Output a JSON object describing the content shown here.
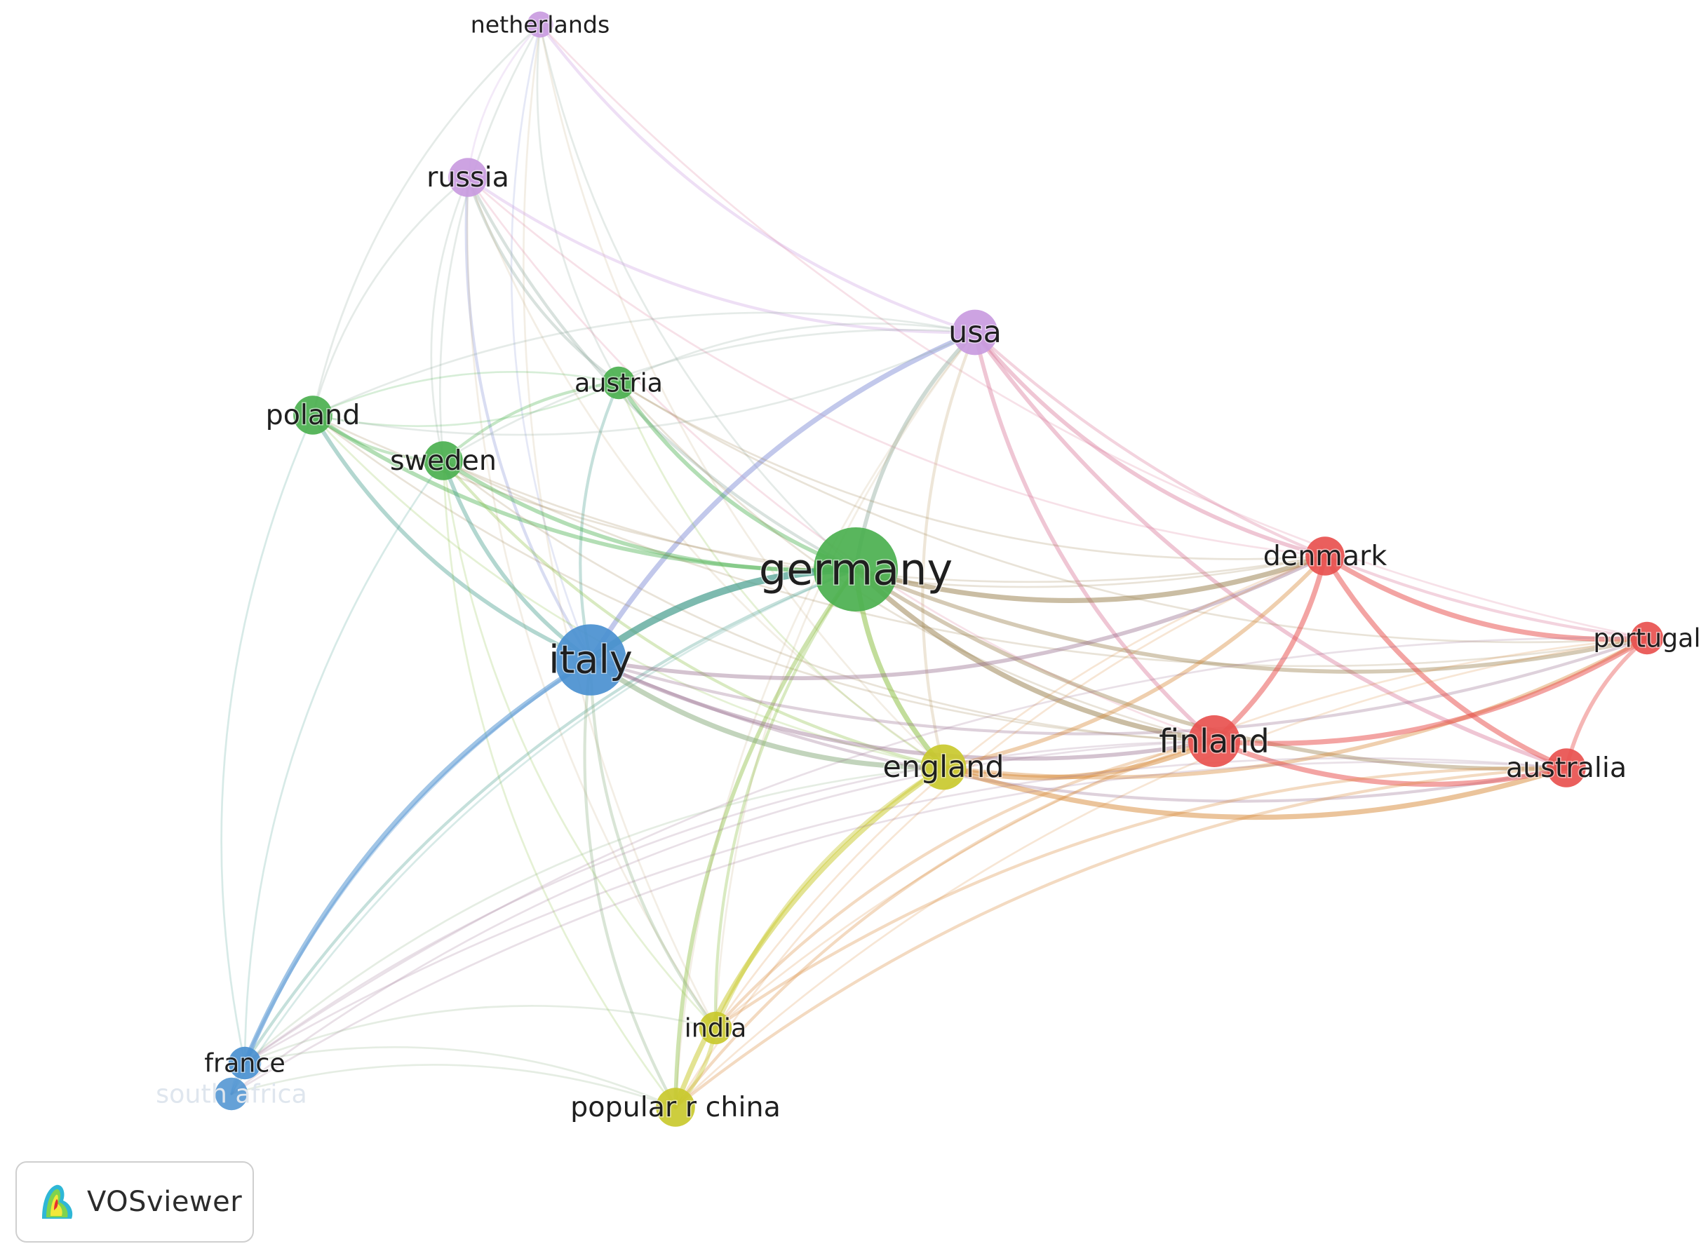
{
  "diagram": {
    "type": "co-authorship-network",
    "clusters": {
      "red": "#e8514f",
      "green": "#4bb04f",
      "blue": "#4a90d0",
      "yellow": "#c9c92e",
      "purple": "#c99be0"
    },
    "nodes": [
      {
        "id": "netherlands",
        "label": "netherlands",
        "cluster": "purple",
        "weight": 1
      },
      {
        "id": "russia",
        "label": "russia",
        "cluster": "purple",
        "weight": 3
      },
      {
        "id": "usa",
        "label": "usa",
        "cluster": "purple",
        "weight": 4
      },
      {
        "id": "austria",
        "label": "austria",
        "cluster": "green",
        "weight": 2
      },
      {
        "id": "poland",
        "label": "poland",
        "cluster": "green",
        "weight": 3
      },
      {
        "id": "sweden",
        "label": "sweden",
        "cluster": "green",
        "weight": 3
      },
      {
        "id": "germany",
        "label": "germany",
        "cluster": "green",
        "weight": 10
      },
      {
        "id": "italy",
        "label": "italy",
        "cluster": "blue",
        "weight": 8
      },
      {
        "id": "france",
        "label": "france",
        "cluster": "blue",
        "weight": 2
      },
      {
        "id": "south-africa",
        "label": "south africa",
        "cluster": "blue",
        "weight": 2,
        "faded": true
      },
      {
        "id": "england",
        "label": "england",
        "cluster": "yellow",
        "weight": 4
      },
      {
        "id": "india",
        "label": "india",
        "cluster": "yellow",
        "weight": 2
      },
      {
        "id": "china",
        "label": "popular r china",
        "cluster": "yellow",
        "weight": 3
      },
      {
        "id": "denmark",
        "label": "denmark",
        "cluster": "red",
        "weight": 3
      },
      {
        "id": "portugal",
        "label": "portugal",
        "cluster": "red",
        "weight": 2
      },
      {
        "id": "finland",
        "label": "finland",
        "cluster": "red",
        "weight": 5
      },
      {
        "id": "australia",
        "label": "australia",
        "cluster": "red",
        "weight": 3
      }
    ],
    "edges": [
      [
        "netherlands",
        "russia",
        1
      ],
      [
        "netherlands",
        "usa",
        2
      ],
      [
        "netherlands",
        "italy",
        1
      ],
      [
        "netherlands",
        "germany",
        1
      ],
      [
        "netherlands",
        "austria",
        1
      ],
      [
        "netherlands",
        "sweden",
        1
      ],
      [
        "netherlands",
        "england",
        1
      ],
      [
        "netherlands",
        "india",
        1
      ],
      [
        "netherlands",
        "portugal",
        1
      ],
      [
        "netherlands",
        "poland",
        1
      ],
      [
        "russia",
        "usa",
        2
      ],
      [
        "russia",
        "italy",
        2
      ],
      [
        "russia",
        "germany",
        2
      ],
      [
        "russia",
        "austria",
        2
      ],
      [
        "russia",
        "sweden",
        1
      ],
      [
        "russia",
        "poland",
        1
      ],
      [
        "russia",
        "england",
        1
      ],
      [
        "russia",
        "finland",
        1
      ],
      [
        "russia",
        "india",
        1
      ],
      [
        "russia",
        "denmark",
        1
      ],
      [
        "usa",
        "germany",
        3
      ],
      [
        "usa",
        "italy",
        4
      ],
      [
        "usa",
        "england",
        2
      ],
      [
        "usa",
        "finland",
        3
      ],
      [
        "usa",
        "denmark",
        3
      ],
      [
        "usa",
        "australia",
        3
      ],
      [
        "usa",
        "portugal",
        2
      ],
      [
        "usa",
        "austria",
        1
      ],
      [
        "usa",
        "poland",
        1
      ],
      [
        "usa",
        "sweden",
        1
      ],
      [
        "usa",
        "china",
        1
      ],
      [
        "usa",
        "india",
        1
      ],
      [
        "austria",
        "germany",
        3
      ],
      [
        "austria",
        "italy",
        2
      ],
      [
        "austria",
        "poland",
        1
      ],
      [
        "austria",
        "sweden",
        2
      ],
      [
        "austria",
        "england",
        1
      ],
      [
        "austria",
        "finland",
        1
      ],
      [
        "austria",
        "denmark",
        1
      ],
      [
        "austria",
        "portugal",
        1
      ],
      [
        "poland",
        "germany",
        3
      ],
      [
        "poland",
        "italy",
        3
      ],
      [
        "poland",
        "sweden",
        2
      ],
      [
        "poland",
        "austria",
        1
      ],
      [
        "poland",
        "england",
        1
      ],
      [
        "poland",
        "finland",
        1
      ],
      [
        "poland",
        "france",
        1
      ],
      [
        "poland",
        "denmark",
        1
      ],
      [
        "poland",
        "usa",
        1
      ],
      [
        "sweden",
        "germany",
        3
      ],
      [
        "sweden",
        "italy",
        3
      ],
      [
        "sweden",
        "england",
        2
      ],
      [
        "sweden",
        "finland",
        1
      ],
      [
        "sweden",
        "denmark",
        1
      ],
      [
        "sweden",
        "portugal",
        1
      ],
      [
        "sweden",
        "china",
        1
      ],
      [
        "sweden",
        "india",
        1
      ],
      [
        "sweden",
        "france",
        1
      ],
      [
        "germany",
        "italy",
        6
      ],
      [
        "germany",
        "england",
        4
      ],
      [
        "germany",
        "finland",
        4
      ],
      [
        "germany",
        "denmark",
        4
      ],
      [
        "germany",
        "portugal",
        3
      ],
      [
        "germany",
        "australia",
        3
      ],
      [
        "germany",
        "china",
        3
      ],
      [
        "germany",
        "india",
        2
      ],
      [
        "germany",
        "france",
        2
      ],
      [
        "germany",
        "south-africa",
        1
      ],
      [
        "italy",
        "england",
        4
      ],
      [
        "italy",
        "finland",
        3
      ],
      [
        "italy",
        "denmark",
        3
      ],
      [
        "italy",
        "portugal",
        2
      ],
      [
        "italy",
        "australia",
        2
      ],
      [
        "italy",
        "france",
        4
      ],
      [
        "italy",
        "south-africa",
        2
      ],
      [
        "italy",
        "china",
        2
      ],
      [
        "italy",
        "india",
        2
      ],
      [
        "england",
        "finland",
        4
      ],
      [
        "england",
        "denmark",
        3
      ],
      [
        "england",
        "australia",
        4
      ],
      [
        "england",
        "portugal",
        3
      ],
      [
        "england",
        "china",
        4
      ],
      [
        "england",
        "india",
        3
      ],
      [
        "england",
        "france",
        1
      ],
      [
        "finland",
        "denmark",
        4
      ],
      [
        "finland",
        "australia",
        4
      ],
      [
        "finland",
        "portugal",
        4
      ],
      [
        "finland",
        "china",
        2
      ],
      [
        "finland",
        "india",
        2
      ],
      [
        "finland",
        "france",
        1
      ],
      [
        "finland",
        "south-africa",
        1
      ],
      [
        "denmark",
        "portugal",
        4
      ],
      [
        "denmark",
        "australia",
        4
      ],
      [
        "denmark",
        "china",
        1
      ],
      [
        "denmark",
        "india",
        1
      ],
      [
        "portugal",
        "australia",
        3
      ],
      [
        "portugal",
        "china",
        1
      ],
      [
        "portugal",
        "india",
        1
      ],
      [
        "portugal",
        "france",
        1
      ],
      [
        "australia",
        "china",
        2
      ],
      [
        "australia",
        "india",
        2
      ],
      [
        "australia",
        "france",
        1
      ],
      [
        "australia",
        "south-africa",
        1
      ],
      [
        "china",
        "india",
        3
      ],
      [
        "china",
        "france",
        1
      ],
      [
        "china",
        "south-africa",
        1
      ],
      [
        "india",
        "france",
        1
      ],
      [
        "france",
        "south-africa",
        1
      ]
    ]
  },
  "badge": {
    "label": "VOSviewer",
    "logo_icon": "vosviewer-logo-icon"
  }
}
